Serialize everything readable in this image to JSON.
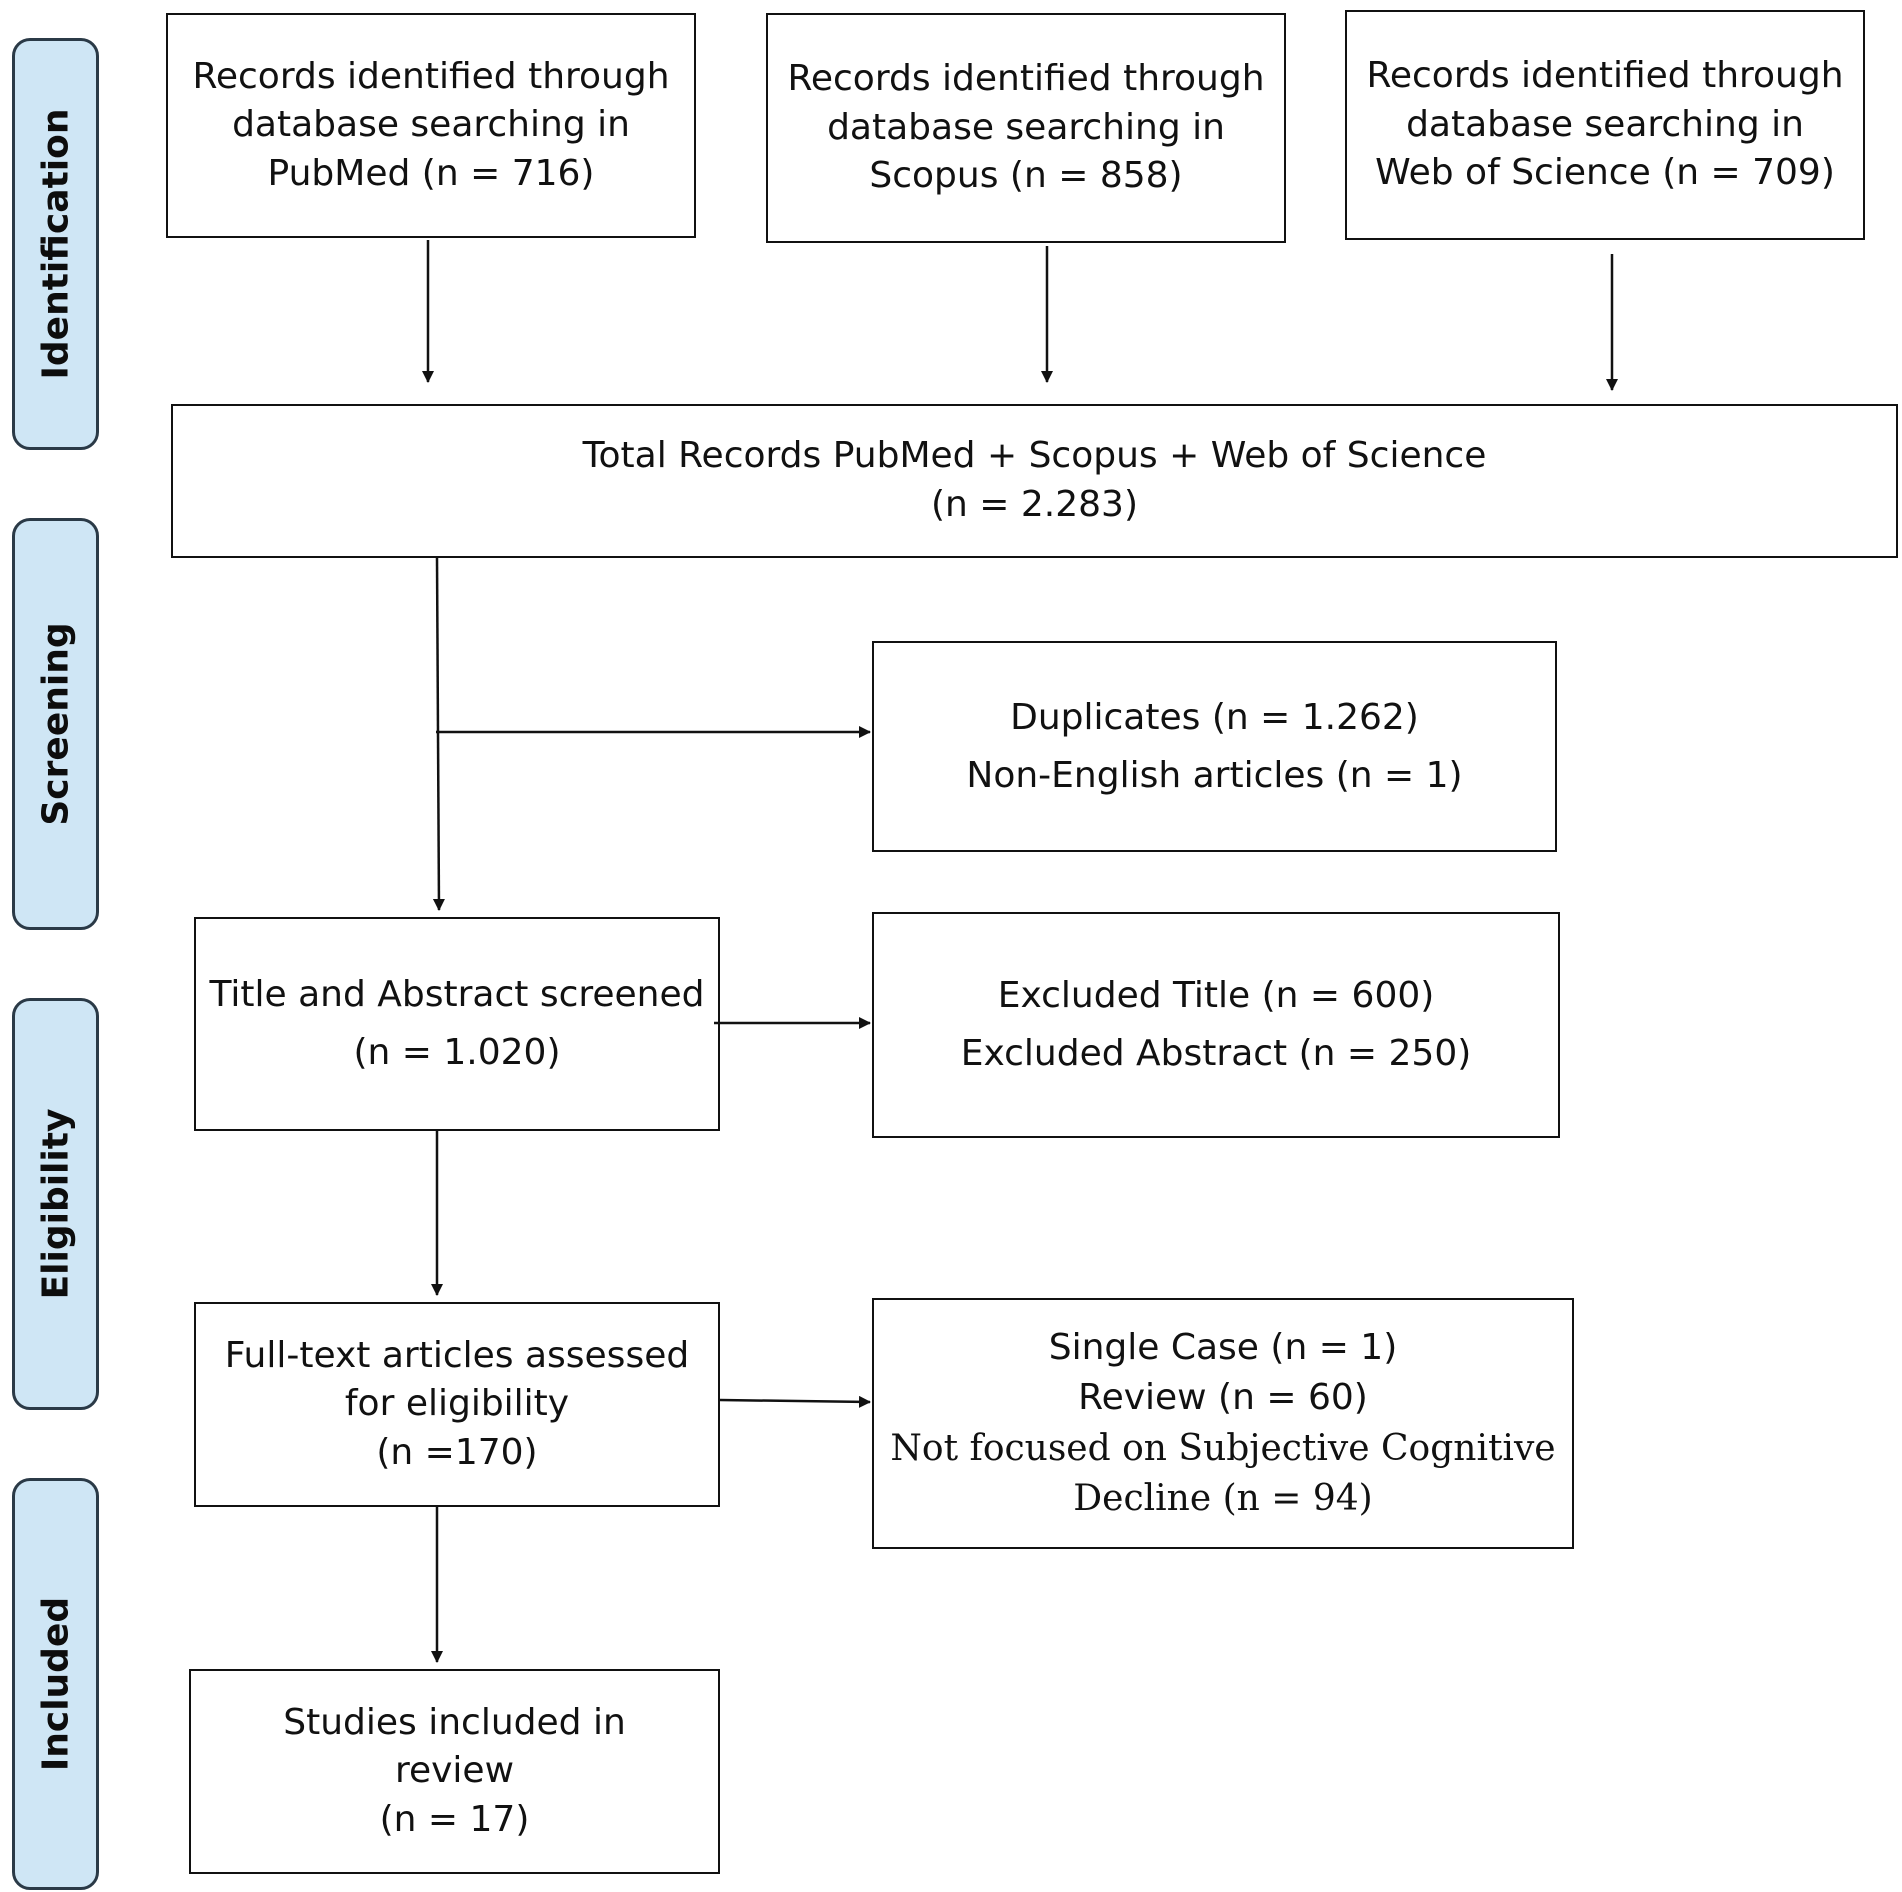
{
  "stages": [
    "Identification",
    "Screening",
    "Eligibility",
    "Included"
  ],
  "identification": {
    "pubmed": [
      "Records identified through",
      "database searching in",
      "PubMed (n = 716)"
    ],
    "scopus": [
      "Records identified through",
      "database searching in",
      "Scopus (n = 858)"
    ],
    "wos": [
      "Records identified through",
      "database searching in",
      "Web of Science (n = 709)"
    ]
  },
  "total": [
    "Total Records PubMed + Scopus + Web of Science",
    "(n = 2.283)"
  ],
  "duplicates": [
    "Duplicates (n = 1.262)",
    "Non-English articles (n = 1)"
  ],
  "title_abstract": [
    "Title and Abstract screened",
    "(n = 1.020)"
  ],
  "excluded_title_abstract": [
    "Excluded Title (n = 600)",
    "Excluded Abstract (n = 250)"
  ],
  "fulltext": [
    "Full-text articles assessed",
    "for eligibility",
    "(n =170)"
  ],
  "excluded_fulltext": [
    "Single Case (n = 1)",
    "Review (n = 60)",
    "Not focused on Subjective Cognitive",
    "Decline (n = 94)"
  ],
  "included": [
    "Studies included in",
    "review",
    "(n = 17)"
  ]
}
